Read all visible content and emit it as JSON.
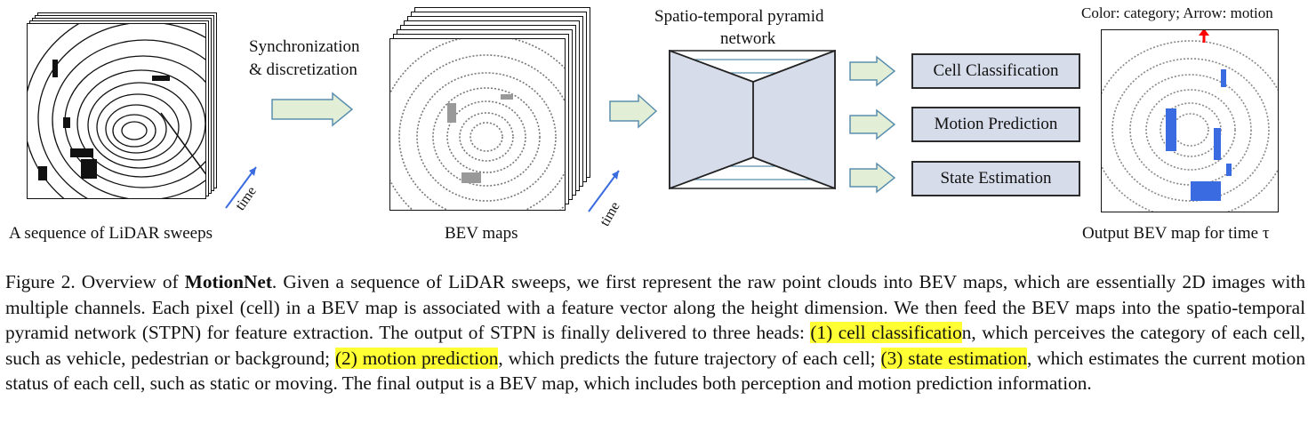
{
  "figure": {
    "lidar_label": "A sequence of LiDAR sweeps",
    "time_label": "time",
    "sync_label_line1": "Synchronization",
    "sync_label_line2": "& discretization",
    "bev_label": "BEV maps",
    "stpn_label_line1": "Spatio-temporal pyramid",
    "stpn_label_line2": "network",
    "heads": [
      "Cell Classification",
      "Motion Prediction",
      "State Estimation"
    ],
    "output_top_label": "Color: category; Arrow: motion",
    "output_bottom_label": "Output BEV map for time τ"
  },
  "caption": {
    "prefix": "Figure 2. Overview of ",
    "bold": "MotionNet",
    "part1": ". Given a sequence of LiDAR sweeps, we first represent the raw point clouds into BEV maps, which are essentially 2D images with multiple channels. Each pixel (cell) in a BEV map is associated with a feature vector along the height dimension. We then feed the BEV maps into the spatio-temporal pyramid network (STPN) for feature extraction. The output of STPN is finally delivered to three heads: ",
    "hl1": "(1) cell classificatio",
    "part2": "n, which perceives the category of each cell, such as vehicle, pedestrian or background; ",
    "hl2": "(2) motion prediction",
    "part3": ", which predicts the future trajectory of each cell; ",
    "hl3": "(3) state estimation",
    "part4": ", which estimates the current motion status of each cell, such as static or moving. The final output is a BEV map, which includes both perception and motion prediction information."
  },
  "colors": {
    "arrow_fill": "#e2eed6",
    "arrow_stroke": "#5b8fae",
    "network_fill": "#d6dcea",
    "highlight": "#ffff33",
    "moving_points": "#3a6be0",
    "motion_arrow": "#ff0000"
  }
}
